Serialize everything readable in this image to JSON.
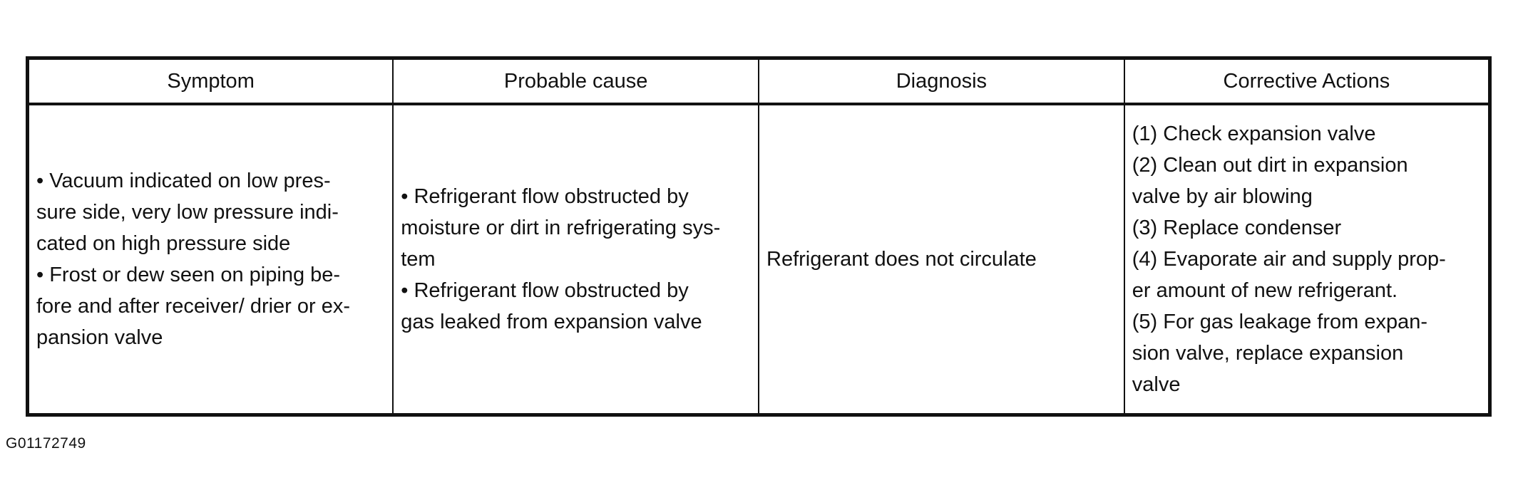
{
  "table": {
    "headers": [
      "Symptom",
      "Probable cause",
      "Diagnosis",
      "Corrective Actions"
    ],
    "row": {
      "symptom": [
        "• Vacuum indicated on low pres-",
        "sure side, very low pressure indi-",
        "cated on high pressure side",
        "• Frost or dew seen on piping be-",
        "fore and after receiver/ drier or ex-",
        "pansion valve"
      ],
      "probable_cause": [
        "• Refrigerant flow obstructed by",
        "moisture or dirt in refrigerating sys-",
        "tem",
        "• Refrigerant flow obstructed by",
        "gas leaked from expansion valve"
      ],
      "diagnosis": "Refrigerant does not circulate",
      "corrective_actions": [
        "(1) Check expansion valve",
        "(2) Clean out dirt in expansion",
        "valve by air blowing",
        "(3) Replace condenser",
        "(4) Evaporate air and supply prop-",
        "er amount of new refrigerant.",
        "(5) For gas leakage from expan-",
        "sion valve, replace expansion",
        "valve"
      ]
    }
  },
  "figure_code": "G01172749"
}
